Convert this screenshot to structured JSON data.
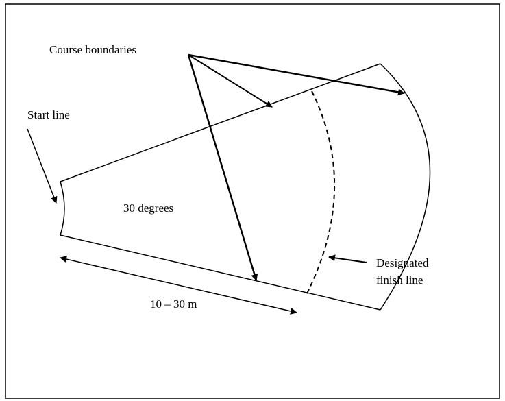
{
  "labels": {
    "course_boundaries": "Course boundaries",
    "start_line": "Start line",
    "angle": "30 degrees",
    "distance": "10 – 30 m",
    "finish_line_line1": "Designated",
    "finish_line_line2": "finish line"
  }
}
